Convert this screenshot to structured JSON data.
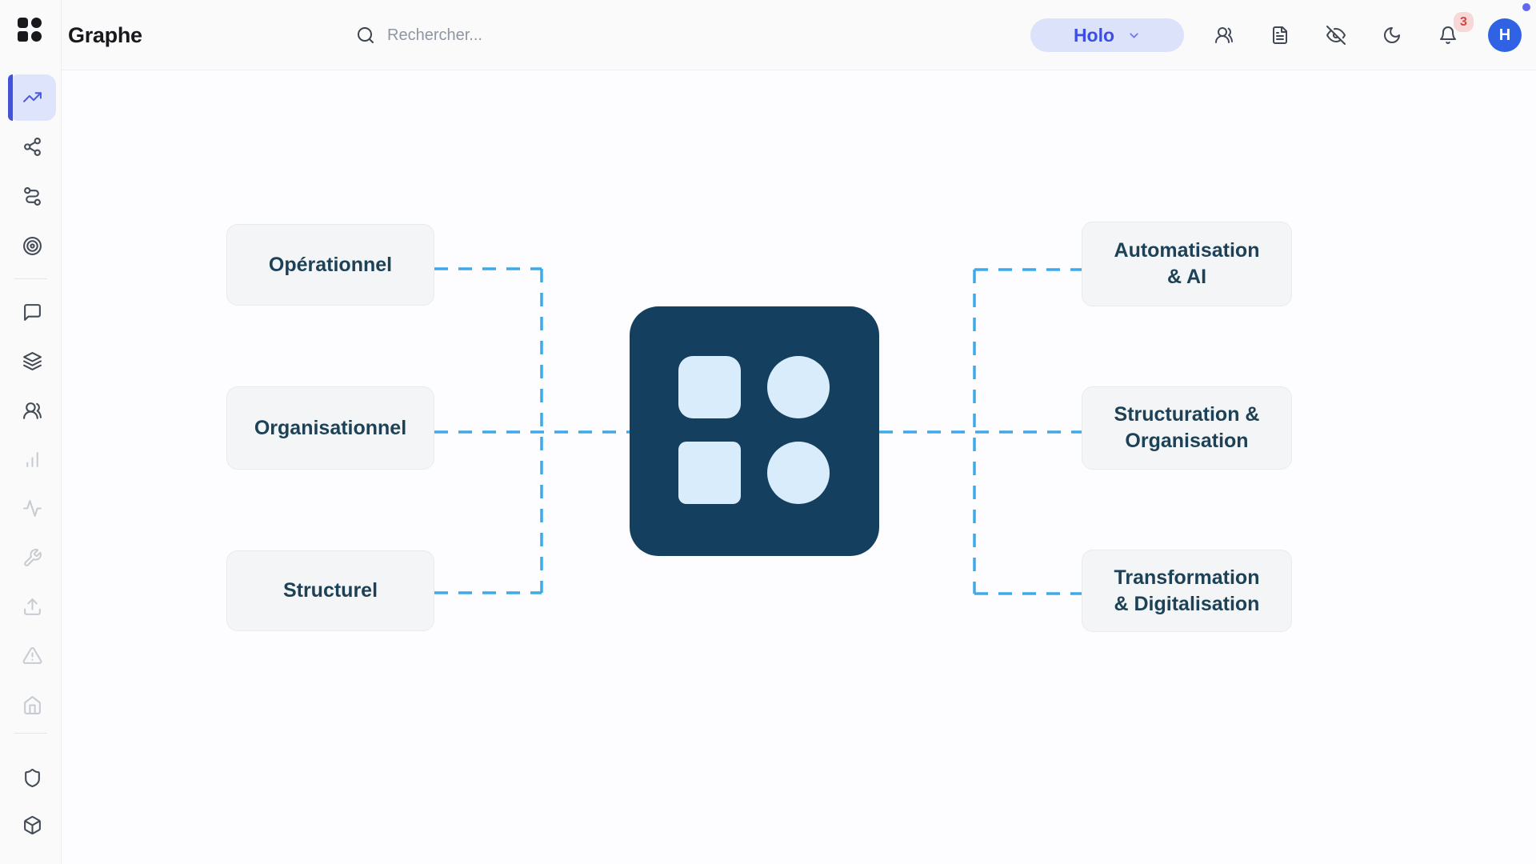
{
  "app": {
    "title": "Graphe"
  },
  "header": {
    "search": {
      "placeholder": "Rechercher...",
      "icon": "search-icon"
    },
    "workspace_button": {
      "label": "Holo",
      "icon": "chevron-down-icon"
    },
    "actions": [
      {
        "name": "users-icon"
      },
      {
        "name": "file-text-icon"
      },
      {
        "name": "eye-off-icon"
      },
      {
        "name": "moon-icon"
      },
      {
        "name": "bell-icon",
        "badge": "3"
      }
    ],
    "avatar": {
      "initial": "H"
    }
  },
  "sidebar": {
    "sections": [
      {
        "items": [
          {
            "icon": "trending-up-icon",
            "state": "active"
          },
          {
            "icon": "share-icon"
          },
          {
            "icon": "route-icon"
          },
          {
            "icon": "target-icon"
          }
        ]
      },
      {
        "items": [
          {
            "icon": "message-square-icon"
          },
          {
            "icon": "layers-icon"
          },
          {
            "icon": "users-icon"
          },
          {
            "icon": "bar-chart-icon",
            "state": "disabled"
          },
          {
            "icon": "activity-icon",
            "state": "disabled"
          },
          {
            "icon": "wrench-icon",
            "state": "disabled"
          },
          {
            "icon": "upload-icon",
            "state": "disabled"
          },
          {
            "icon": "alert-triangle-icon",
            "state": "disabled"
          },
          {
            "icon": "home-icon",
            "state": "disabled"
          }
        ]
      },
      {
        "items": [
          {
            "icon": "shield-icon"
          },
          {
            "icon": "box-icon"
          }
        ]
      }
    ]
  },
  "graph": {
    "center_node": {
      "type": "logo-node",
      "shapes": [
        "rounded-square",
        "circle",
        "square",
        "circle"
      ]
    },
    "left_nodes": [
      {
        "label": "Opérationnel"
      },
      {
        "label": "Organisationnel"
      },
      {
        "label": "Structurel"
      }
    ],
    "right_nodes": [
      {
        "label": "Automatisation\n& AI"
      },
      {
        "label": "Structuration &\nOrganisation"
      },
      {
        "label": "Transformation\n& Digitalisation"
      }
    ]
  },
  "colors": {
    "accent": "#4c5ce0",
    "edge_dash": "#3ea9e8",
    "center_node_fill": "#153f5e",
    "center_node_shape": "#d8ecfb",
    "leaf_bg": "#f4f5f7",
    "leaf_text": "#1d4257",
    "workspace_pill_bg": "#dbe2fa",
    "workspace_text": "#3b4fe0",
    "badge_bg": "#f8d8d6",
    "badge_text": "#d04545",
    "avatar_bg": "#2f63e3",
    "corner_dot": "#6467ef"
  }
}
